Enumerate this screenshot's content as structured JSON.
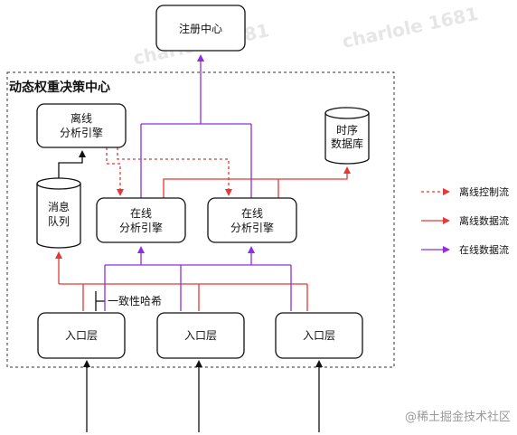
{
  "group_title": "动态权重决策中心",
  "nodes": {
    "registry": "注册中心",
    "offline_engine": [
      "离线",
      "分析引擎"
    ],
    "tsdb": [
      "时序",
      "数据库"
    ],
    "mq": [
      "消息",
      "队列"
    ],
    "online_engine_1": [
      "在线",
      "分析引擎"
    ],
    "online_engine_2": [
      "在线",
      "分析引擎"
    ],
    "entry_1": "入口层",
    "entry_2": "入口层",
    "entry_3": "入口层"
  },
  "annotation": "一致性哈希",
  "legend": [
    {
      "label": "离线控制流",
      "color": "#e53935",
      "style": "dashed"
    },
    {
      "label": "离线数据流",
      "color": "#e53935",
      "style": "solid"
    },
    {
      "label": "在线数据流",
      "color": "#8e2de2",
      "style": "solid"
    }
  ],
  "watermark": [
    "charlole 1681",
    "charlole 1681",
    "@稀土掘金技术社区"
  ],
  "colors": {
    "black": "#111111",
    "red": "#e53935",
    "purple": "#8e2de2"
  }
}
